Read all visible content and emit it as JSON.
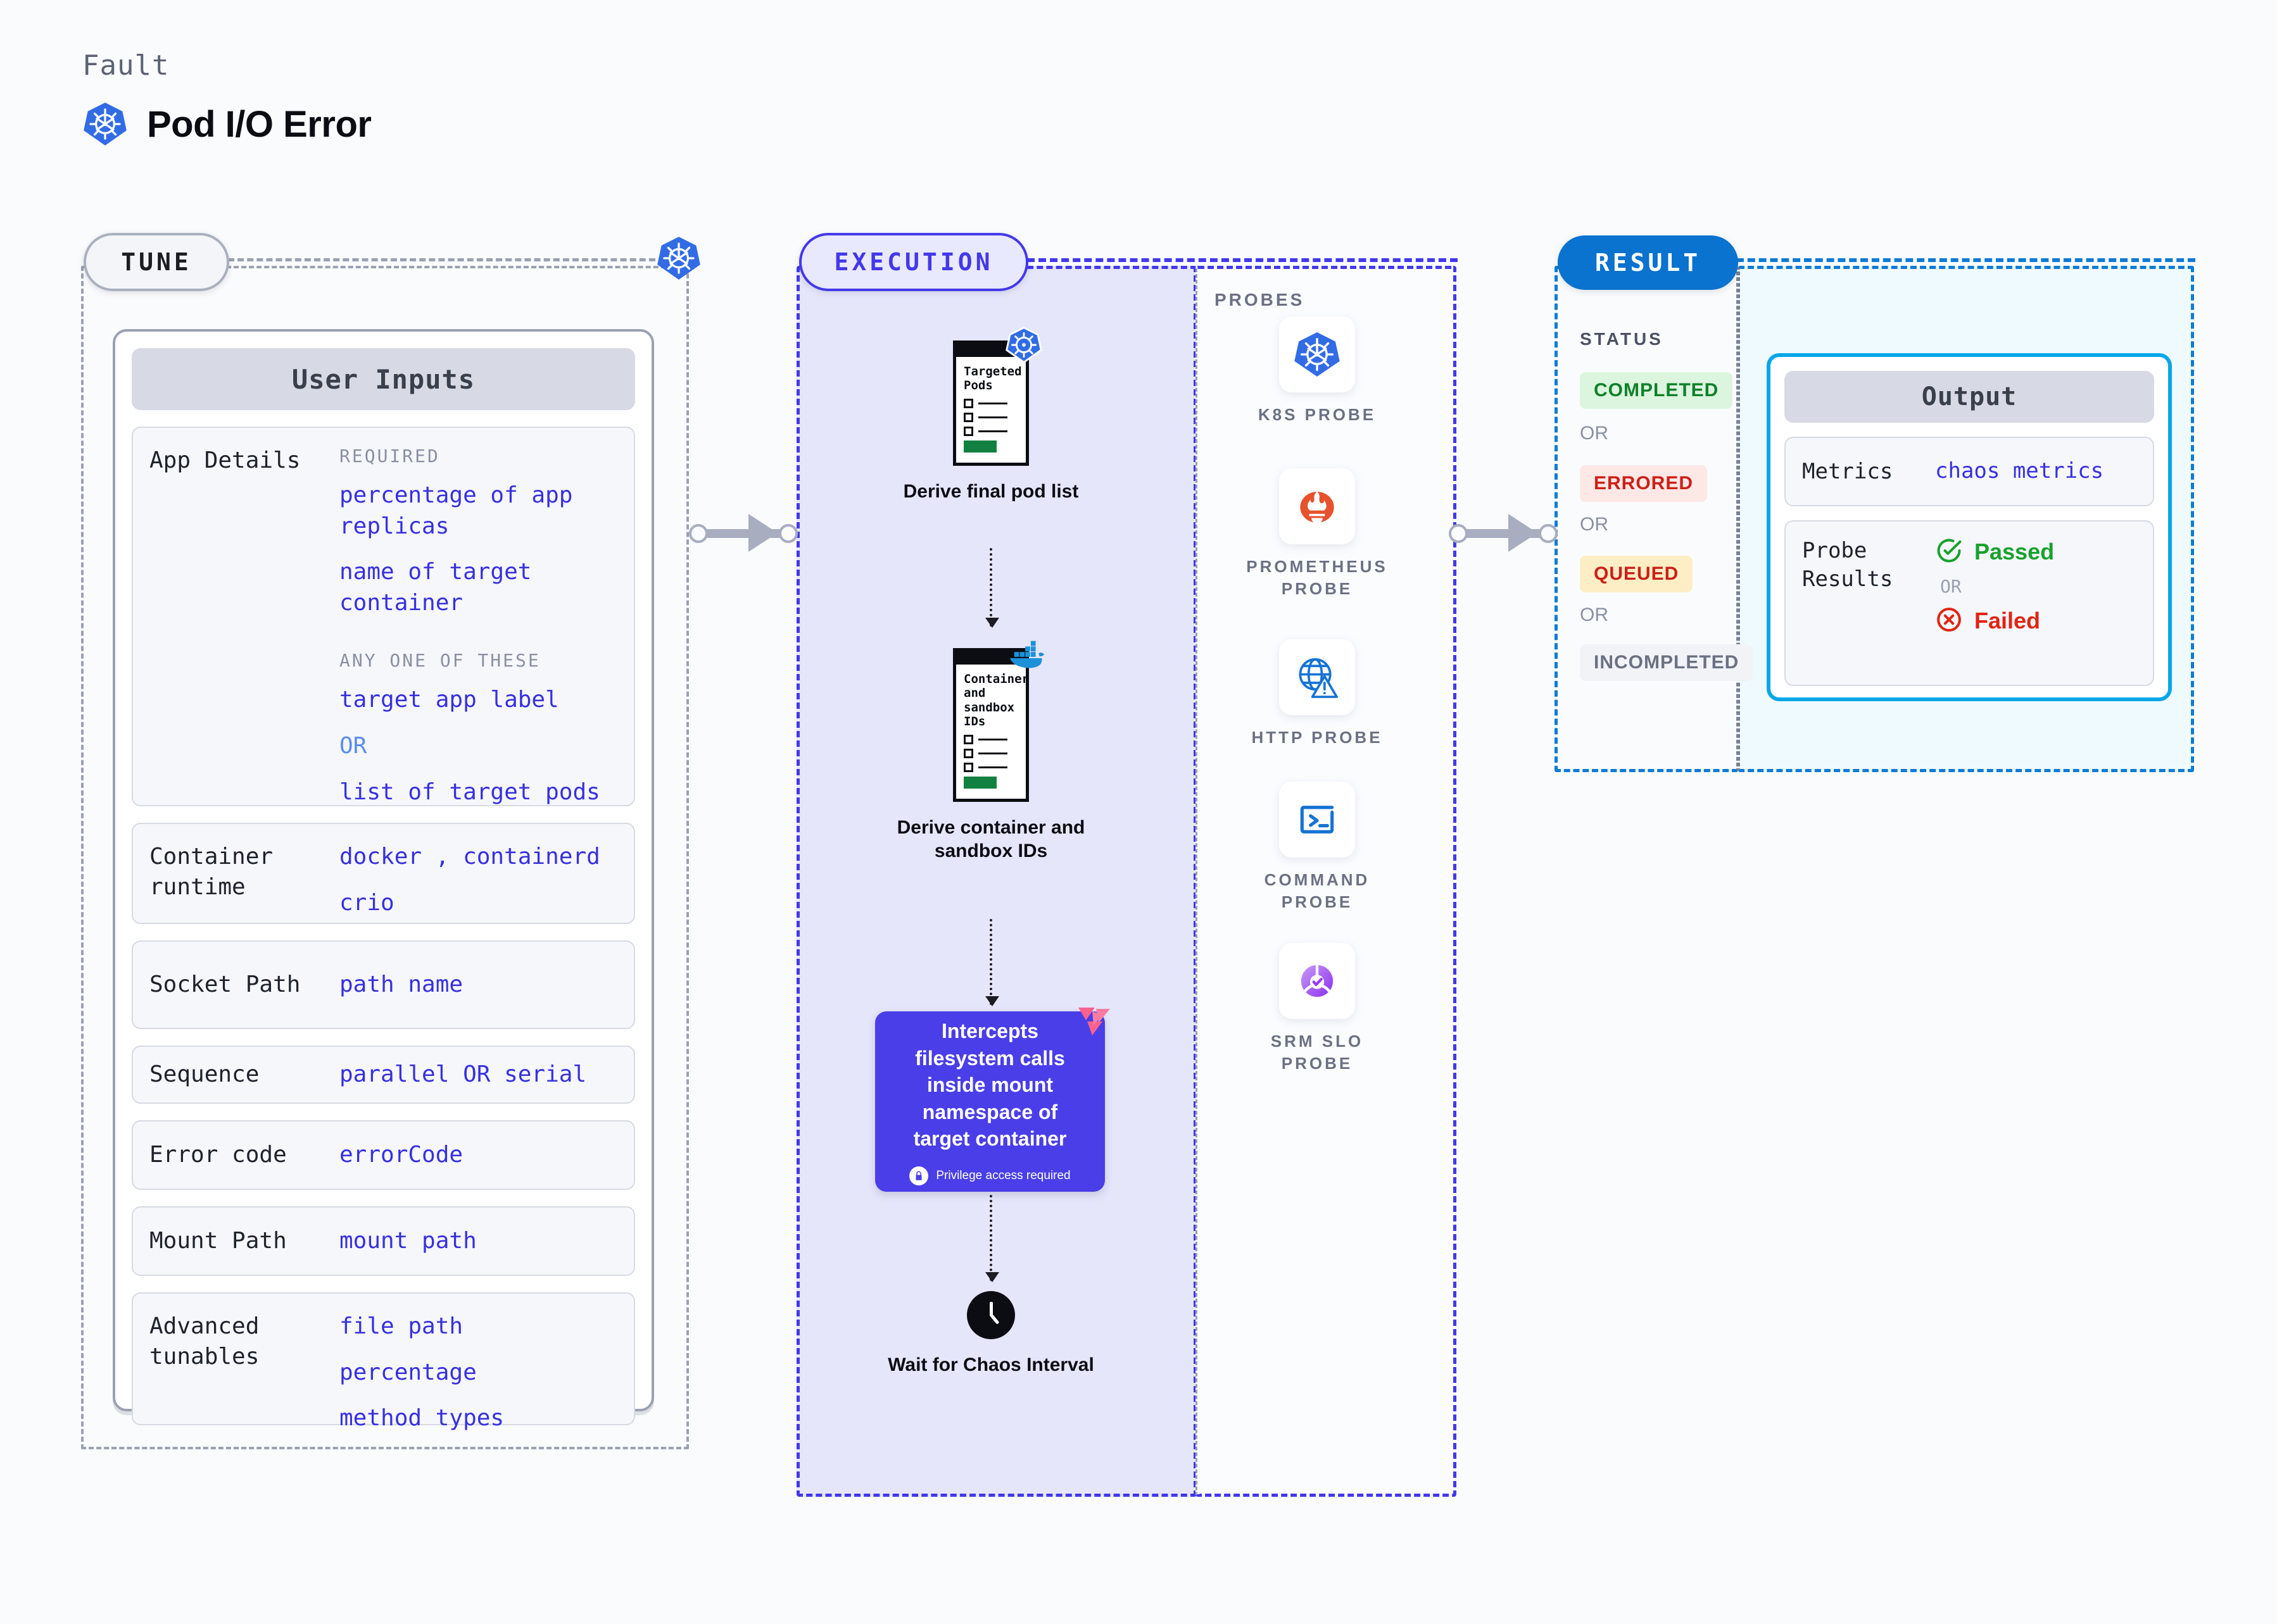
{
  "header": {
    "kicker": "Fault",
    "title": "Pod I/O Error",
    "icon": "kubernetes-icon"
  },
  "stages": {
    "tune": "TUNE",
    "execution": "EXECUTION",
    "result": "RESULT"
  },
  "tune": {
    "card_title": "User Inputs",
    "rows": [
      {
        "label": "App Details",
        "kicker1": "REQUIRED",
        "required": [
          "percentage of app replicas",
          "name of target container"
        ],
        "kicker2": "ANY ONE OF THESE",
        "any_one": [
          "target app label",
          "OR",
          "list of target pods"
        ]
      },
      {
        "label": "Container runtime",
        "values": [
          "docker , containerd",
          "crio"
        ]
      },
      {
        "label": "Socket Path",
        "values": [
          "path name"
        ]
      },
      {
        "label": "Sequence",
        "values": [
          "parallel OR serial"
        ]
      },
      {
        "label": "Error code",
        "values": [
          "errorCode"
        ]
      },
      {
        "label": "Mount Path",
        "values": [
          "mount path"
        ]
      },
      {
        "label": "Advanced tunables",
        "values": [
          "file path",
          "percentage",
          "method types"
        ]
      }
    ]
  },
  "execution": {
    "steps": [
      {
        "doc_title": "Targeted Pods",
        "badge_icon": "kubernetes-icon",
        "caption": "Derive final pod list"
      },
      {
        "doc_title": "Container and sandbox IDs",
        "badge_icon": "docker-icon",
        "caption": "Derive container and sandbox IDs"
      }
    ],
    "intercept": {
      "text": "Intercepts filesystem calls inside mount namespace of target container",
      "note": "Privilege access required",
      "note_icon": "lock-icon",
      "corner_icon": "litmus-chaos-icon",
      "color": "#4a3ee8"
    },
    "wait": {
      "icon": "clock-icon",
      "caption": "Wait for Chaos Interval"
    }
  },
  "probes": {
    "title": "PROBES",
    "items": [
      {
        "label": "K8S  PROBE",
        "icon": "kubernetes-icon"
      },
      {
        "label": "PROMETHEUS PROBE",
        "icon": "prometheus-icon"
      },
      {
        "label": "HTTP  PROBE",
        "icon": "http-globe-warning-icon"
      },
      {
        "label": "COMMAND PROBE",
        "icon": "terminal-icon"
      },
      {
        "label": "SRM SLO PROBE",
        "icon": "srm-slo-icon"
      }
    ]
  },
  "result": {
    "status_title": "STATUS",
    "or_label": "OR",
    "badges": [
      {
        "label": "COMPLETED",
        "bg": "#dcf5df",
        "fg": "#10802a"
      },
      {
        "label": "ERRORED",
        "bg": "#fde8e6",
        "fg": "#cc2017"
      },
      {
        "label": "QUEUED",
        "bg": "#fdeec6",
        "fg": "#cc2017"
      },
      {
        "label": "INCOMPLETED",
        "bg": "#f1f3f7",
        "fg": "#6b7183"
      }
    ]
  },
  "output": {
    "card_title": "Output",
    "rows": [
      {
        "label": "Metrics",
        "value": "chaos metrics"
      },
      {
        "label": "Probe Results"
      }
    ],
    "passed": {
      "label": "Passed",
      "icon": "check-circle-icon",
      "color": "#18a12e"
    },
    "or_label": "OR",
    "failed": {
      "label": "Failed",
      "icon": "x-circle-icon",
      "color": "#e02414"
    }
  },
  "colors": {
    "accent_blue": "#3730e0",
    "exec_purple": "#4338ea",
    "result_blue": "#0f7bd4",
    "output_cyan": "#06a7e8",
    "k8s_blue": "#326ce5"
  }
}
